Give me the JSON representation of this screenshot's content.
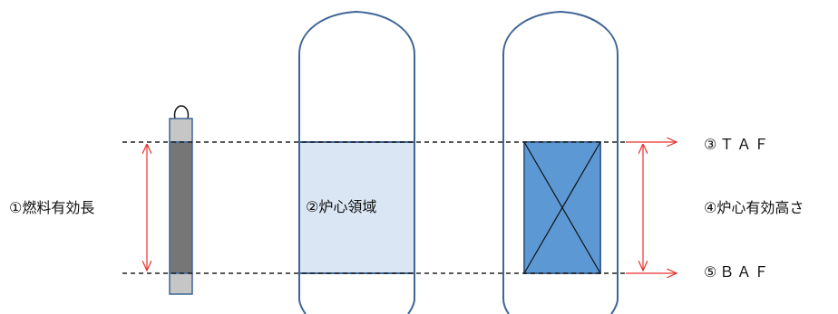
{
  "labels": {
    "fuel_length": "①燃料有効長",
    "core_region": "②炉心領域",
    "taf": "③ＴＡＦ",
    "core_effective_height": "④炉心有効高さ",
    "baf": "⑤ＢＡＦ"
  },
  "colors": {
    "vessel_outline": "#3f6596",
    "core_region_fill": "#dae6f3",
    "core_block_fill": "#5c99d4",
    "fuel_rod_body": "#767676",
    "fuel_rod_caps": "#c6c6c6",
    "arrow": "#e8322e",
    "dashed_line": "#222222"
  }
}
